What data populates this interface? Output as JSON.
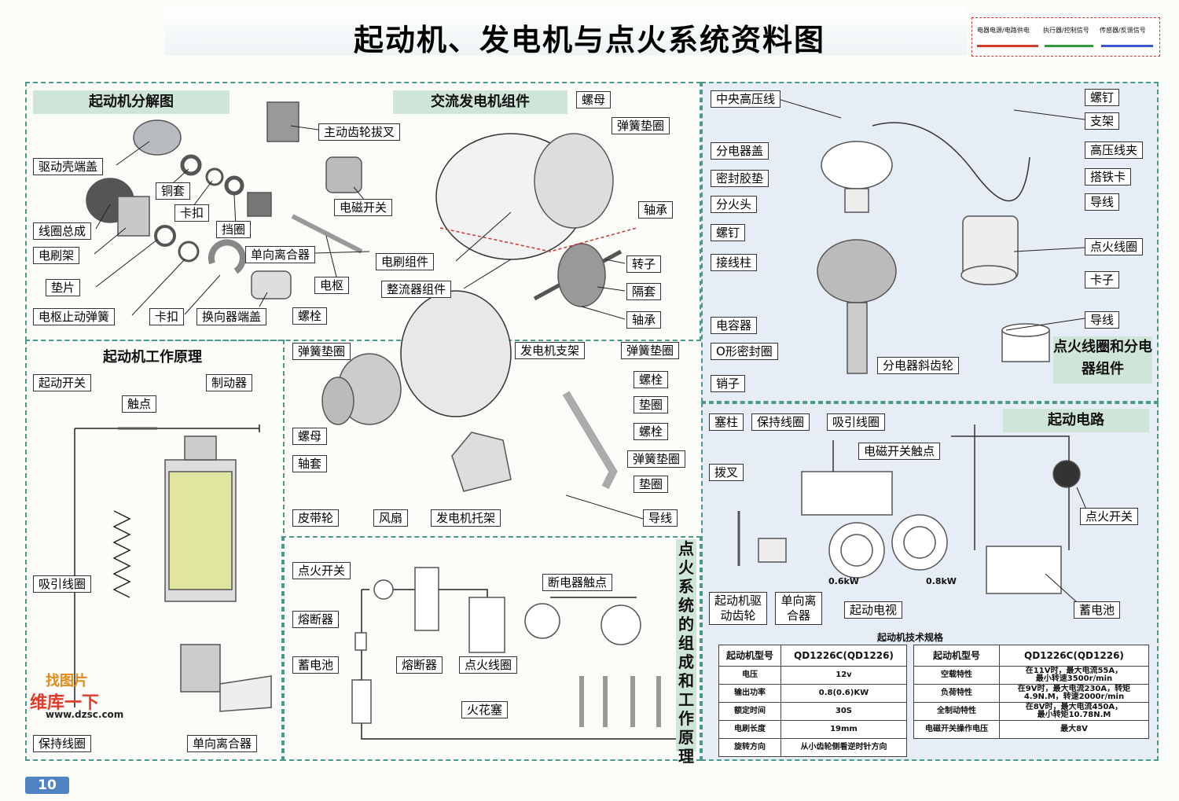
{
  "title": "起动机、发电机与点火系统资料图",
  "legend": {
    "items": [
      "电器电源/电路供电",
      "执行器/控制信号",
      "传感器/反馈信号"
    ],
    "colors": [
      "#d23a2a",
      "#2e9a3a",
      "#3a5ad2"
    ]
  },
  "starter_exploded": {
    "heading": "起动机分解图",
    "labels": [
      "主动齿轮拔叉",
      "驱动壳端盖",
      "铜套",
      "卡扣",
      "线圈总成",
      "挡圈",
      "电磁开关",
      "电刷架",
      "单向离合器",
      "垫片",
      "电枢",
      "电枢止动弹簧",
      "卡扣",
      "换向器端盖"
    ]
  },
  "alternator": {
    "heading": "交流发电机组件",
    "labels": [
      "螺母",
      "弹簧垫圈",
      "轴承",
      "电刷组件",
      "整流器组件",
      "转子",
      "隔套",
      "螺栓",
      "轴承",
      "弹簧垫圈",
      "发电机支架",
      "弹簧垫圈",
      "螺栓",
      "垫圈",
      "螺母",
      "螺栓",
      "轴套",
      "弹簧垫圈",
      "垫圈",
      "皮带轮",
      "风扇",
      "发电机托架",
      "导线"
    ]
  },
  "ignition_coil": {
    "heading": "点火线圈和分电器组件",
    "labels": [
      "中央高压线",
      "螺钉",
      "支架",
      "分电器盖",
      "高压线夹",
      "密封胶垫",
      "搭铁卡",
      "分火头",
      "导线",
      "螺钉",
      "点火线圈",
      "接线柱",
      "卡子",
      "导线",
      "电容器",
      "O形密封圈",
      "分电器斜齿轮",
      "销子"
    ]
  },
  "starter_principle": {
    "heading": "起动机工作原理",
    "labels": [
      "起动开关",
      "制动器",
      "触点",
      "吸引线圈",
      "保持线圈",
      "单向离合器"
    ]
  },
  "ignition_system": {
    "heading": "点火系统的组成和工作原理",
    "labels": [
      "点火开关",
      "断电器触点",
      "熔断器",
      "蓄电池",
      "熔断器",
      "点火线圈",
      "火花塞"
    ]
  },
  "starting_circuit": {
    "heading": "起动电路",
    "labels": [
      "塞柱",
      "保持线圈",
      "吸引线圈",
      "电磁开关触点",
      "拨叉",
      "点火开关",
      "起动机驱动齿轮",
      "单向离合器",
      "起动电视",
      "蓄电池"
    ],
    "ratings": [
      "0.6kW",
      "0.8kW"
    ]
  },
  "spec": {
    "caption": "起动机技术规格",
    "left": [
      [
        "起动机型号",
        "QD1226C(QD1226)"
      ],
      [
        "电压",
        "12v"
      ],
      [
        "输出功率",
        "0.8(0.6)KW"
      ],
      [
        "额定时间",
        "30S"
      ],
      [
        "电刷长度",
        "19mm"
      ],
      [
        "旋转方向",
        "从小齿轮侧看逆时针方向"
      ]
    ],
    "right": [
      [
        "起动机型号",
        "QD1226C(QD1226)"
      ],
      [
        "空载特性",
        "在11V时，最大电流55A，\n最小转速3500r/min"
      ],
      [
        "负荷特性",
        "在9V时，最大电流230A，转矩\n4.9N.M，转速2000r/min"
      ],
      [
        "全制动特性",
        "在8V时，最大电流450A，\n最小转矩10.78N.M"
      ],
      [
        "电磁开关操作电压",
        "最大8V"
      ]
    ]
  },
  "watermark": {
    "line1": "找图片",
    "line2": "维库一下",
    "url": "www.dzsc.com"
  },
  "page_number": "10"
}
